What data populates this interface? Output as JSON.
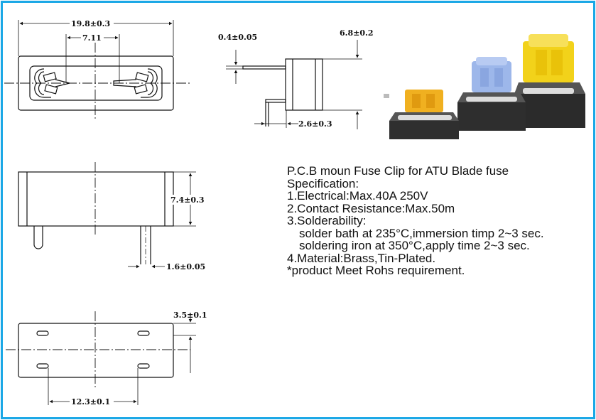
{
  "dimensions": {
    "top_total_length": "19.8±0.3",
    "top_inner_length": "7.11",
    "side_pin_thickness": "0.4±0.05",
    "side_height": "6.8±0.2",
    "side_pin_spacing": "2.6±0.3",
    "front_height": "7.4±0.3",
    "front_pin_width": "1.6±0.05",
    "bottom_slot_offset": "3.5±0.1",
    "bottom_slot_spacing": "12.3±0.1"
  },
  "spec": {
    "title": "P.C.B moun Fuse Clip for ATU Blade fuse",
    "heading": "Specification:",
    "line1": "1.Electrical:Max.40A 250V",
    "line2": "2.Contact Resistance:Max.50m",
    "line3": "3.Solderability:",
    "line3a": "solder bath at 235°C,immersion timp 2~3 sec.",
    "line3b": "soldering iron at 350°C,apply time 2~3 sec.",
    "line4": "4.Material:Brass,Tin-Plated.",
    "note": "*product Meet Rohs requirement."
  },
  "colors": {
    "border": "#1aa7e6",
    "fuse_yellow": "#f2d21a",
    "fuse_blue": "#9db7ea",
    "fuse_orange": "#f0b020",
    "holder_black": "#2b2b2b"
  }
}
